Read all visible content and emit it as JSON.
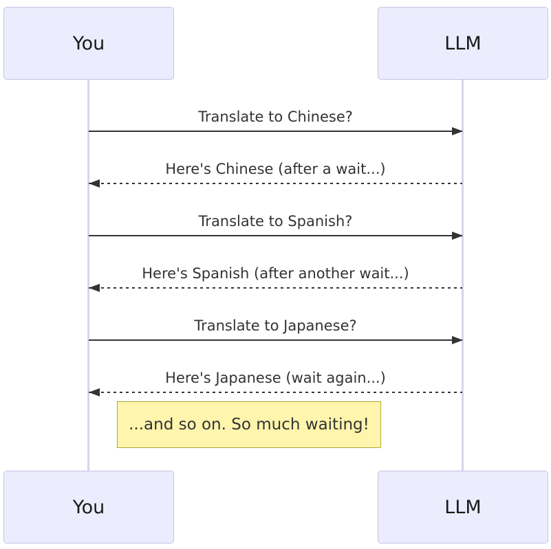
{
  "diagram": {
    "type": "sequence-diagram",
    "actors": [
      {
        "id": "you",
        "label": "You"
      },
      {
        "id": "llm",
        "label": "LLM"
      }
    ],
    "messages": [
      {
        "from": "you",
        "to": "llm",
        "style": "solid",
        "direction": "right",
        "text": "Translate to Chinese?"
      },
      {
        "from": "llm",
        "to": "you",
        "style": "dashed",
        "direction": "left",
        "text": "Here's Chinese (after a wait...)"
      },
      {
        "from": "you",
        "to": "llm",
        "style": "solid",
        "direction": "right",
        "text": "Translate to Spanish?"
      },
      {
        "from": "llm",
        "to": "you",
        "style": "dashed",
        "direction": "left",
        "text": "Here's Spanish (after another wait...)"
      },
      {
        "from": "you",
        "to": "llm",
        "style": "solid",
        "direction": "right",
        "text": "Translate to Japanese?"
      },
      {
        "from": "llm",
        "to": "you",
        "style": "dashed",
        "direction": "left",
        "text": "Here's Japanese (wait again...)"
      }
    ],
    "note": {
      "text": "...and so on. So much waiting!"
    },
    "colors": {
      "actor_fill": "#ECECFF",
      "actor_border": "#c8bfe6",
      "actor_text": "#1a1a1a",
      "lifeline": "#d9d2f0",
      "line": "#333333",
      "text": "#333333",
      "note_fill": "#fff5ad",
      "note_border": "#aaaa33"
    }
  }
}
